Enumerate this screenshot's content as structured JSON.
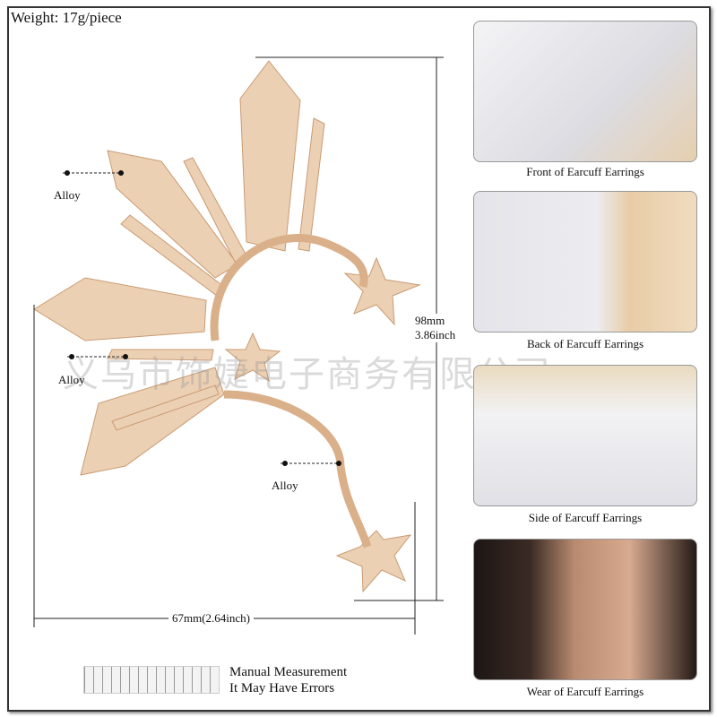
{
  "weight": "Weight: 17g/piece",
  "material_labels": [
    "Alloy",
    "Alloy",
    "Alloy"
  ],
  "height_dim": {
    "mm": "98mm",
    "inch": "3.86inch"
  },
  "width_dim": "67mm(2.64inch)",
  "note": {
    "line1": "Manual Measurement",
    "line2": "It May Have Errors"
  },
  "watermark": "义乌市饰婕电子商务有限公司",
  "views": [
    {
      "caption": "Front of Earcuff Earrings"
    },
    {
      "caption": "Back of Earcuff Earrings"
    },
    {
      "caption": "Side of Earcuff Earrings"
    },
    {
      "caption": "Wear of Earcuff Earrings"
    }
  ],
  "colors": {
    "gold": "#e8c6a3",
    "gold_dark": "#c99b73",
    "border": "#333333"
  }
}
